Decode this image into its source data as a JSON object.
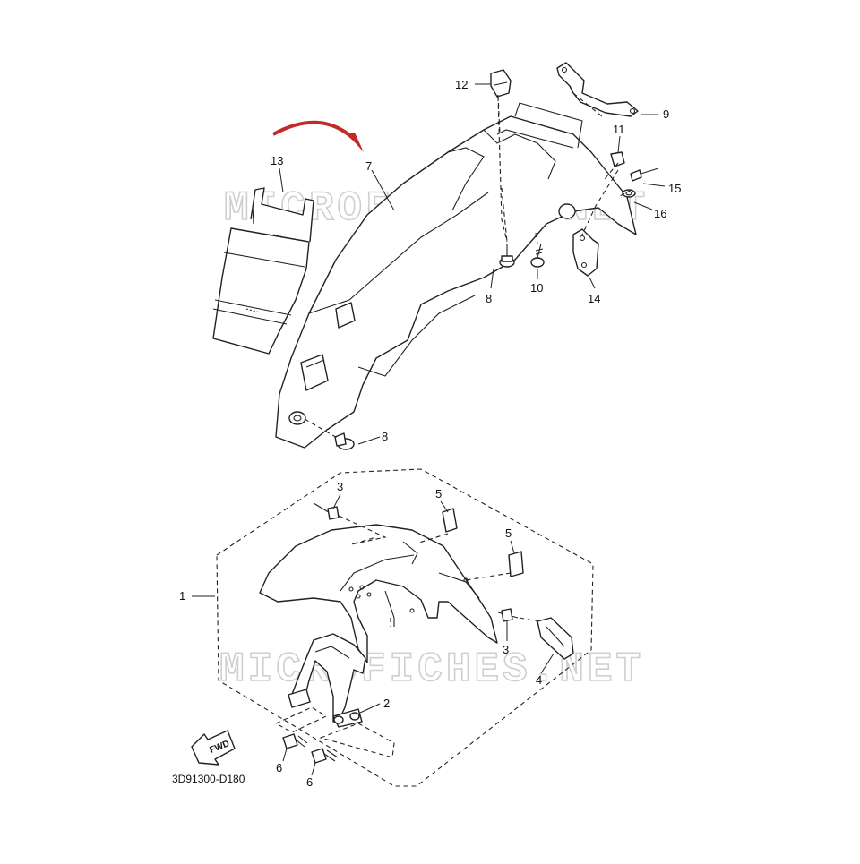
{
  "watermark": "MICROFICHES.NET",
  "diagram_code": "3D91300-D180",
  "fwd_label": "FWD",
  "accent_color": "#c62828",
  "callouts": {
    "c1": "1",
    "c2": "2",
    "c3a": "3",
    "c3b": "3",
    "c4": "4",
    "c5a": "5",
    "c5b": "5",
    "c6a": "6",
    "c6b": "6",
    "c7": "7",
    "c8a": "8",
    "c8b": "8",
    "c9": "9",
    "c10": "10",
    "c11": "11",
    "c12": "12",
    "c13": "13",
    "c14": "14",
    "c15": "15",
    "c16": "16"
  }
}
